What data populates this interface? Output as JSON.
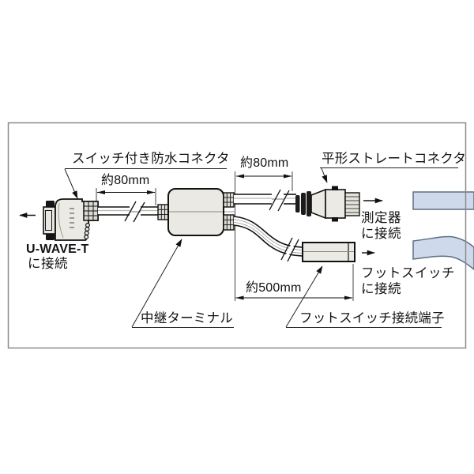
{
  "diagram": {
    "title_context": "cable-assembly-diagram",
    "frame_color": "#8a8a8a",
    "colors": {
      "part_fill": "#ebeae4",
      "rib_fill": "#dddbd4",
      "line": "#1a1a1a",
      "centerline": "#888888",
      "device_fill": "#cfd9ec",
      "device_stroke": "#5f6e80"
    },
    "labels": {
      "switch_waterproof_connector": "スイッチ付き防水コネクタ",
      "flat_straight_connector": "平形ストレートコネクタ",
      "relay_terminal": "中継ターミナル",
      "footswitch_terminal": "フットスイッチ接続端子"
    },
    "dimensions": {
      "uwave_cable_length": "約80mm",
      "instrument_cable_length": "約80mm",
      "footswitch_cable_length": "約500mm"
    },
    "connections": {
      "uwave_device": "U-WAVE-T",
      "uwave_suffix": "に接続",
      "instrument_line1": "測定器",
      "instrument_line2": "に接続",
      "footswitch_line1": "フットスイッチ",
      "footswitch_line2": "に接続"
    }
  }
}
